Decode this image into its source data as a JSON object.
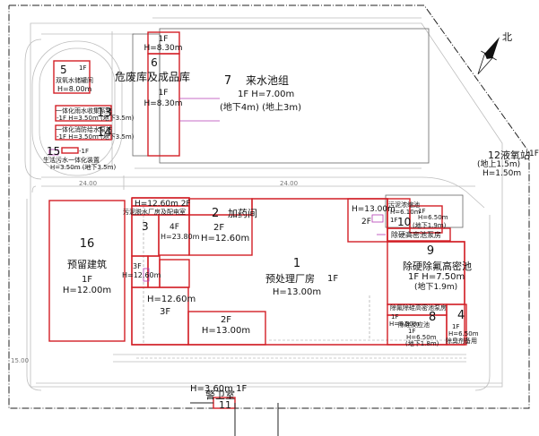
{
  "north_label": "北",
  "buildings": {
    "b1": {
      "num": "1",
      "name": "预处理厂房",
      "floors": "1F",
      "height": "H=13.00m"
    },
    "b1_sub_2f_top": {
      "height": "H=13.00m",
      "floors": "2F"
    },
    "b1_sub_2f_bottom": {
      "floors": "2F",
      "height": "H=13.00m"
    },
    "b2": {
      "num": "2",
      "name": "加药间",
      "floors": "2F",
      "height": "H=12.60m"
    },
    "b3": {
      "num": "3",
      "top": "H=12.60m 2F",
      "sub1": "污泥脱水厂房及配电室",
      "height": "H=12.60m",
      "floors": "3F",
      "f4": "4F",
      "f4h": "H=23.80m",
      "f3": "3F",
      "f3h": "H=12.60m"
    },
    "b4": {
      "num": "4",
      "floors": "1F",
      "height": "H=6.50m",
      "name": "除臭剂备用"
    },
    "b5": {
      "num": "5",
      "floors": "1F",
      "name": "双氧水储罐间",
      "height": "H=8.00m"
    },
    "b6": {
      "num": "6",
      "name": "危废库及成品库",
      "top_floors": "1F",
      "top_height": "H=8.30m",
      "floors": "1F",
      "height": "H=8.30m"
    },
    "b7": {
      "num": "7",
      "name": "来水池组",
      "floors_height": "1F  H=7.00m",
      "depth": "(地下4m)  (地上3m)"
    },
    "b8": {
      "num": "8",
      "name": "除硅反应池",
      "floors": "1F",
      "height": "H=6.50m",
      "depth": "(地下1.8m)"
    },
    "b9": {
      "num": "9",
      "name": "除硬除氟高密池",
      "floors_height": "1F  H=7.50m",
      "depth": "(地下1.9m)"
    },
    "b10": {
      "num": "10",
      "name": "污泥浓缩池",
      "floors": "1F",
      "height": "H=6.50m",
      "depth": "(地下1.9m)",
      "sub": "除硬高密池泵房",
      "left_floors": "1F",
      "left_height": "H=6.10m"
    },
    "b11": {
      "num": "11",
      "name": "警卫室",
      "floors_height": "H=3.60m 1F"
    },
    "b12": {
      "num": "12",
      "name": "液氧站",
      "floors": "1F",
      "depth": "(地上1.5m)",
      "height": "H=1.50m"
    },
    "b13": {
      "num": "13",
      "name": "一体化雨水收集系统",
      "spec": "-1F H=3.50m (地下3.5m)"
    },
    "b14": {
      "num": "14",
      "name": "一体化消防给水泵站",
      "spec": "-1F H=3.50m (地下3.5m)"
    },
    "b15": {
      "num": "15",
      "name": "生活污水一体化装置",
      "floors": "-1F",
      "spec": "H=3.50m (地下3.5m)"
    },
    "b16": {
      "num": "16",
      "name": "预留建筑",
      "floors": "1F",
      "height": "H=12.00m"
    },
    "b8_pump": {
      "name": "除氟除硅高密池泵房",
      "floors": "1F",
      "height": "H=6.50m"
    }
  },
  "dimensions": {
    "road_top": "24.00",
    "road_mid": "24.00",
    "road_bottom": "15.00"
  }
}
